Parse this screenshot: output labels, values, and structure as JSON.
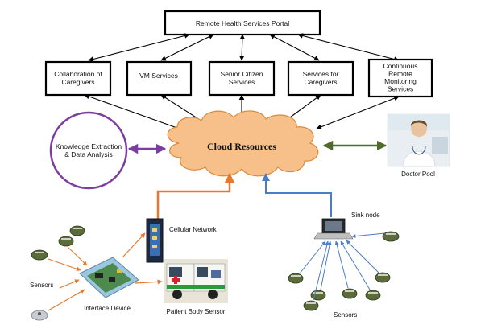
{
  "portal": {
    "title": "Remote Health Services Portal"
  },
  "services": [
    {
      "lines": [
        "Collaboration of",
        "Caregivers"
      ]
    },
    {
      "lines": [
        "VM Services"
      ]
    },
    {
      "lines": [
        "Senior Citizen",
        "Services"
      ]
    },
    {
      "lines": [
        "Services for",
        "Caregivers"
      ]
    },
    {
      "lines": [
        "Continuous",
        "Remote",
        "Monitoring",
        "Services"
      ]
    }
  ],
  "cloud": {
    "label": "Cloud Resources"
  },
  "knowledge": {
    "lines": [
      "Knowledge Extraction",
      "& Data Analysis"
    ]
  },
  "doctor": {
    "label": "Doctor Pool"
  },
  "cellular": {
    "label": "Cellular Network"
  },
  "sink": {
    "label": "Sink node"
  },
  "sensors_left": {
    "label": "Sensors"
  },
  "sensors_right": {
    "label": "Sensors"
  },
  "interface": {
    "label": "Interface Device"
  },
  "patient": {
    "label": "Patient Body Sensor"
  },
  "colors": {
    "orange": "#E8782A",
    "blue": "#4A7CC7",
    "green": "#4E6B2C",
    "purple": "#7B3DA0",
    "cloud_fill": "#F7C08A",
    "cloud_stroke": "#D98A3C"
  }
}
